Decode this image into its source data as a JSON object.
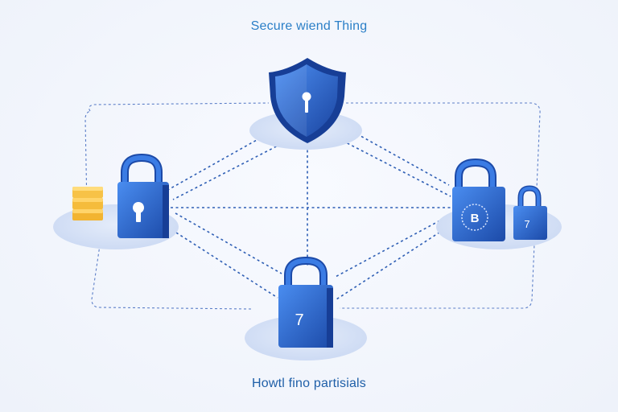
{
  "diagram": {
    "title": "Secure wiend Thing",
    "footer": "Howtl fino partisials",
    "center_lock_label": "7",
    "right_lock_small_label": "7",
    "right_lock_big_label": "B",
    "shield_icon": "shield-keyhole-icon",
    "left_lock_icon": "padlock-keyhole-icon",
    "stack_icon": "server-stack-icon"
  },
  "colors": {
    "text_top": "#2b7fc7",
    "text_bottom": "#1f5fa8",
    "blue_main": "#2f6fd6",
    "blue_dark": "#1c4aa8",
    "blue_light": "#4a8df0",
    "platform": "#d3e0f6",
    "line": "#2f5fb5",
    "gold": "#f2b431",
    "gold_light": "#ffd46a"
  }
}
